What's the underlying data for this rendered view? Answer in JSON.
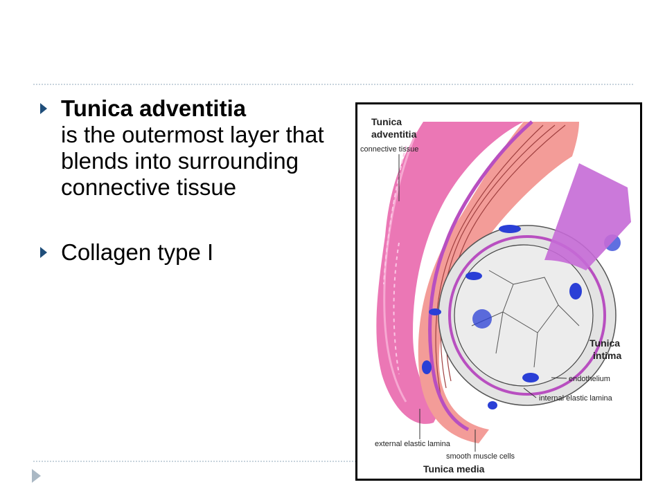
{
  "slide": {
    "bullets": [
      {
        "term": "Tunica adventitia",
        "description": "is the outermost layer that blends into surrounding connective tissue"
      },
      {
        "term": "",
        "description": "Collagen type I"
      }
    ]
  },
  "figure": {
    "labels": {
      "tunica_adventitia_line1": "Tunica",
      "tunica_adventitia_line2": "adventitia",
      "connective_tissue": "connective tissue",
      "tunica_intima_line1": "Tunica",
      "tunica_intima_line2": "intima",
      "endothelium": "endothelium",
      "internal_elastic_lamina": "internal elastic lamina",
      "external_elastic_lamina": "external elastic lamina",
      "smooth_muscle_cells": "smooth muscle cells",
      "tunica_media": "Tunica media"
    },
    "colors": {
      "adventitia": "#e85fa8",
      "media": "#f39c98",
      "elastic_lamina": "#b84fc0",
      "intima": "#e3e3e3",
      "nuclei": "#2a3fd6"
    }
  },
  "theme": {
    "bullet_color": "#1f4e7a",
    "rule_color": "#c7d3dc"
  }
}
